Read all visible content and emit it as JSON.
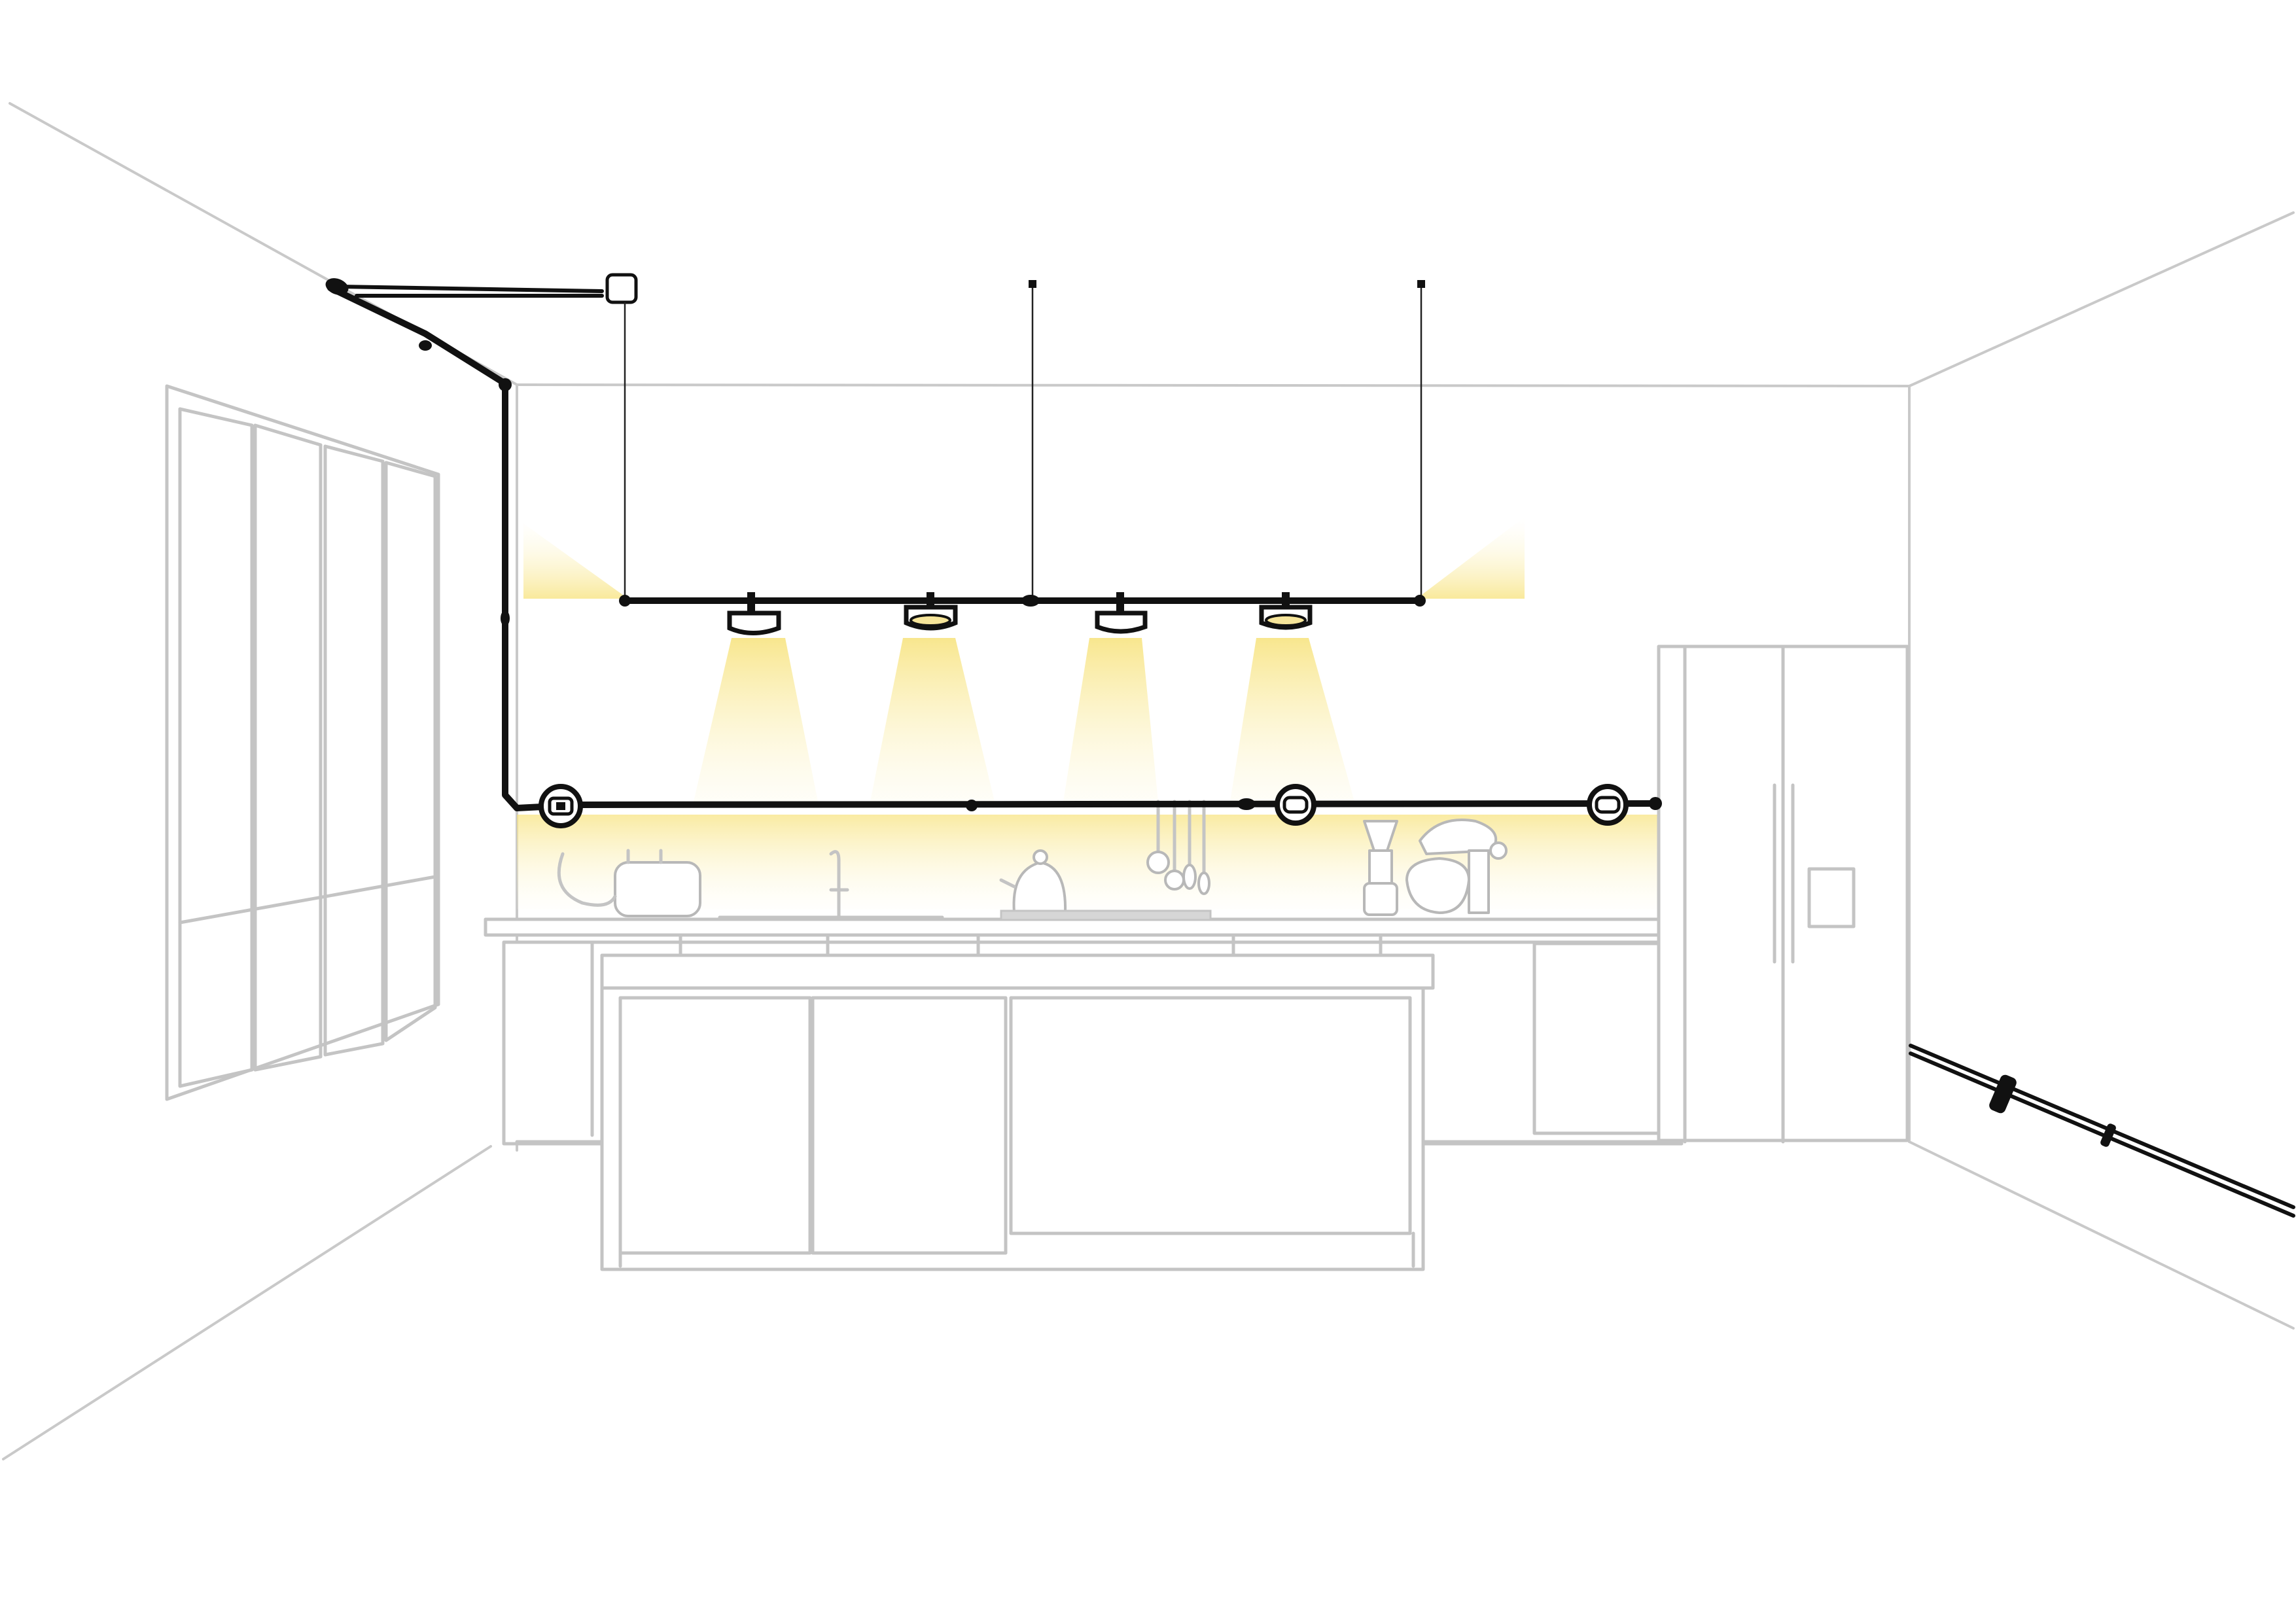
{
  "diagram": {
    "colors": {
      "background": "#ffffff",
      "room_lines": "#c9c9c9",
      "furniture_lines": "#c4c4c4",
      "track": "#111111",
      "light_glow": "#f7e27a"
    },
    "track_system": {
      "pendant_spotlights": 4,
      "wall_sockets": 3,
      "suspension_wires": 3
    },
    "icons": [
      "ceiling-feed-icon",
      "spotlight-icon",
      "power-socket-icon",
      "junction-node-icon"
    ]
  }
}
